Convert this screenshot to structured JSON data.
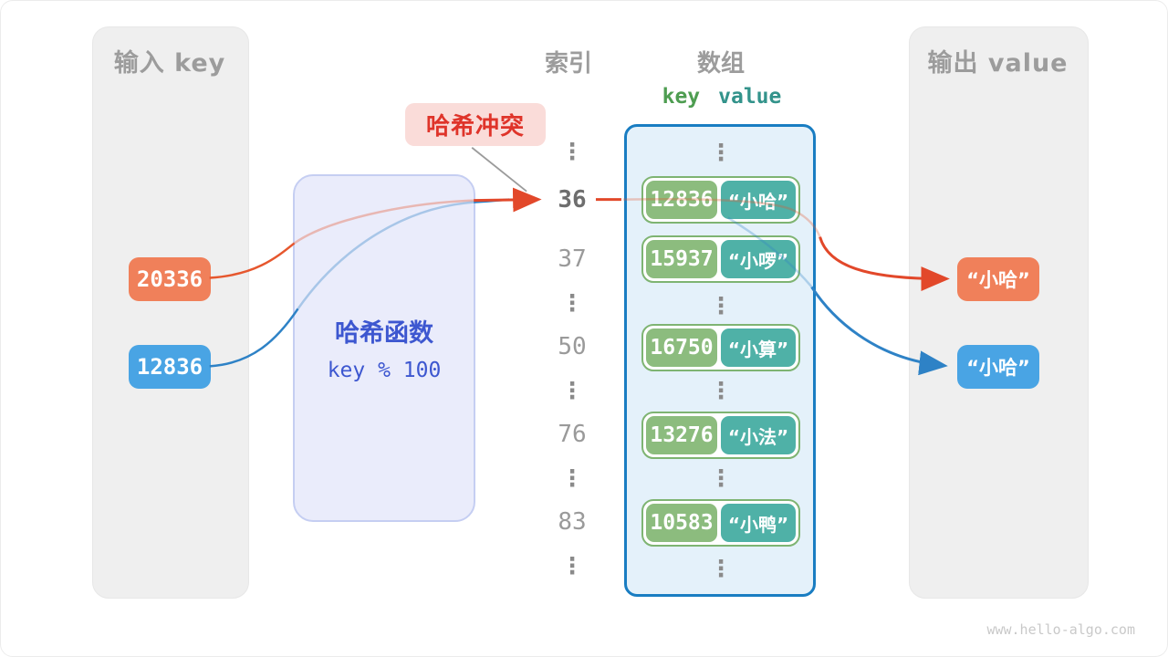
{
  "input_panel": {
    "title": "输入 key",
    "keys": [
      "20336",
      "12836"
    ]
  },
  "hash_function": {
    "name": "哈希函数",
    "formula": "key % 100"
  },
  "collision": {
    "label": "哈希冲突"
  },
  "headers": {
    "index": "索引",
    "array": "数组",
    "key": "key",
    "value": "value"
  },
  "indices": {
    "i0": "36",
    "i1": "37",
    "i2": "50",
    "i3": "76",
    "i4": "83"
  },
  "pairs": [
    {
      "key": "12836",
      "value": "“小哈”"
    },
    {
      "key": "15937",
      "value": "“小啰”"
    },
    {
      "key": "16750",
      "value": "“小算”"
    },
    {
      "key": "13276",
      "value": "“小法”"
    },
    {
      "key": "10583",
      "value": "“小鸭”"
    }
  ],
  "output_panel": {
    "title": "输出 value",
    "values": [
      "“小哈”",
      "“小哈”"
    ]
  },
  "misc": {
    "ellipsis": "⋮",
    "footer": "www.hello-algo.com"
  },
  "colors": {
    "orange_badge": "#f0805a",
    "orange_line": "#e6572e",
    "blue_badge": "#49a4e4",
    "blue_line": "#2e82c6",
    "hash_text": "#3d57d0",
    "collision_text": "#df342a",
    "collision_bg": "#fadcd9",
    "array_border": "#197dc2",
    "array_bg": "#e4f1fa",
    "pair_key_green": "#8cbc7e",
    "pair_value_teal": "#4fb1a7",
    "key_header_green": "#4e9d51",
    "value_header_teal": "#33938b",
    "panel_bg": "#efefef",
    "muted_text": "#9c9c9c"
  }
}
